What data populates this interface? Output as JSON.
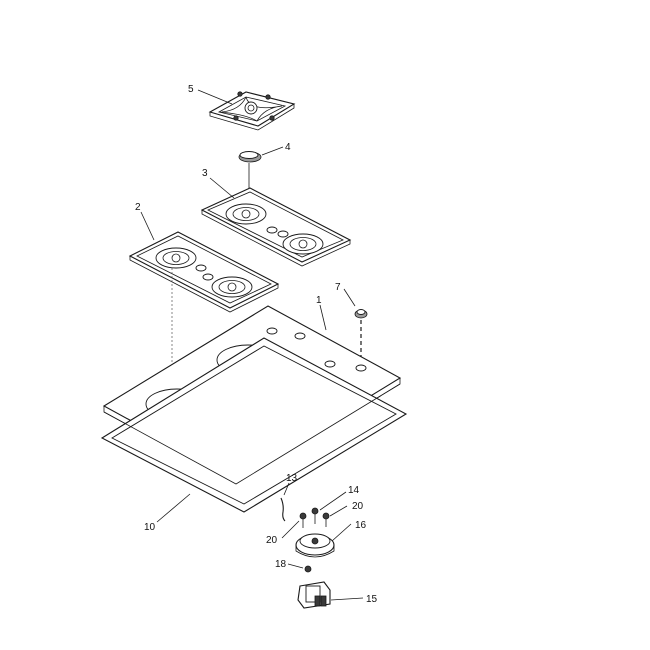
{
  "parts": [
    {
      "id": "part-1",
      "label": "1"
    },
    {
      "id": "part-2",
      "label": "2"
    },
    {
      "id": "part-3",
      "label": "3"
    },
    {
      "id": "part-4",
      "label": "4"
    },
    {
      "id": "part-5",
      "label": "5"
    },
    {
      "id": "part-7",
      "label": "7"
    },
    {
      "id": "part-10",
      "label": "10"
    },
    {
      "id": "part-13",
      "label": "13"
    },
    {
      "id": "part-14",
      "label": "14"
    },
    {
      "id": "part-15",
      "label": "15"
    },
    {
      "id": "part-16",
      "label": "16"
    },
    {
      "id": "part-18",
      "label": "18"
    },
    {
      "id": "part-20a",
      "label": "20"
    },
    {
      "id": "part-20b",
      "label": "20"
    }
  ]
}
